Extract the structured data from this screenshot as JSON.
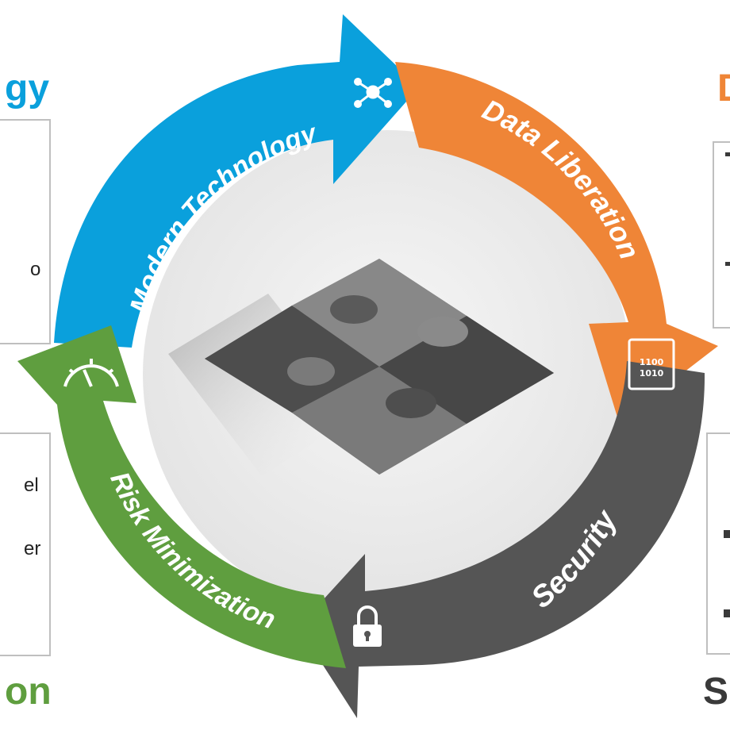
{
  "cycle": {
    "segments": [
      {
        "label": "Modern Technology",
        "icon": "network-hub-icon",
        "color": "#0aa0dc"
      },
      {
        "label": "Data Liberation",
        "icon": "binary-data-icon",
        "color": "#ef8537"
      },
      {
        "label": "Security",
        "icon": "lock-icon",
        "color": "#555555"
      },
      {
        "label": "Risk Minimization",
        "icon": "speedometer-icon",
        "color": "#5f9e3f"
      }
    ],
    "binary_icon_lines": [
      "1100",
      "1010"
    ],
    "center_icon": "puzzle-pieces-icon"
  },
  "left_side": {
    "top_heading_fragment": "gy",
    "top_heading_color": "#0aa0dc",
    "fragments": [
      "o",
      "el",
      "er"
    ],
    "bottom_heading_fragment": "on",
    "bottom_heading_color": "#5f9e3f"
  },
  "right_side": {
    "top_heading_fragment": "D",
    "top_heading_color": "#ef8537",
    "bottom_heading_fragment": "S",
    "bottom_heading_color": "#3a3a3a"
  }
}
